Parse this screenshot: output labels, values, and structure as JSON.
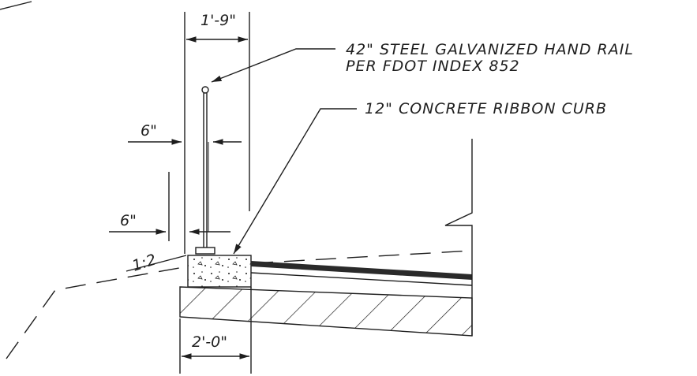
{
  "notes": {
    "hand_rail_line1": "42\" STEEL GALVANIZED HAND RAIL",
    "hand_rail_line2": "PER FDOT INDEX 852",
    "curb": "12\" CONCRETE RIBBON CURB"
  },
  "dimensions": {
    "top_width": "1'-9\"",
    "rail_offset": "6\"",
    "curb_offset": "6\"",
    "bottom_width": "2'-0\""
  },
  "slope_label": "1:2",
  "colors": {
    "ink": "#1e1e1e",
    "paper": "#ffffff",
    "asphalt": "#2a2a2a"
  }
}
